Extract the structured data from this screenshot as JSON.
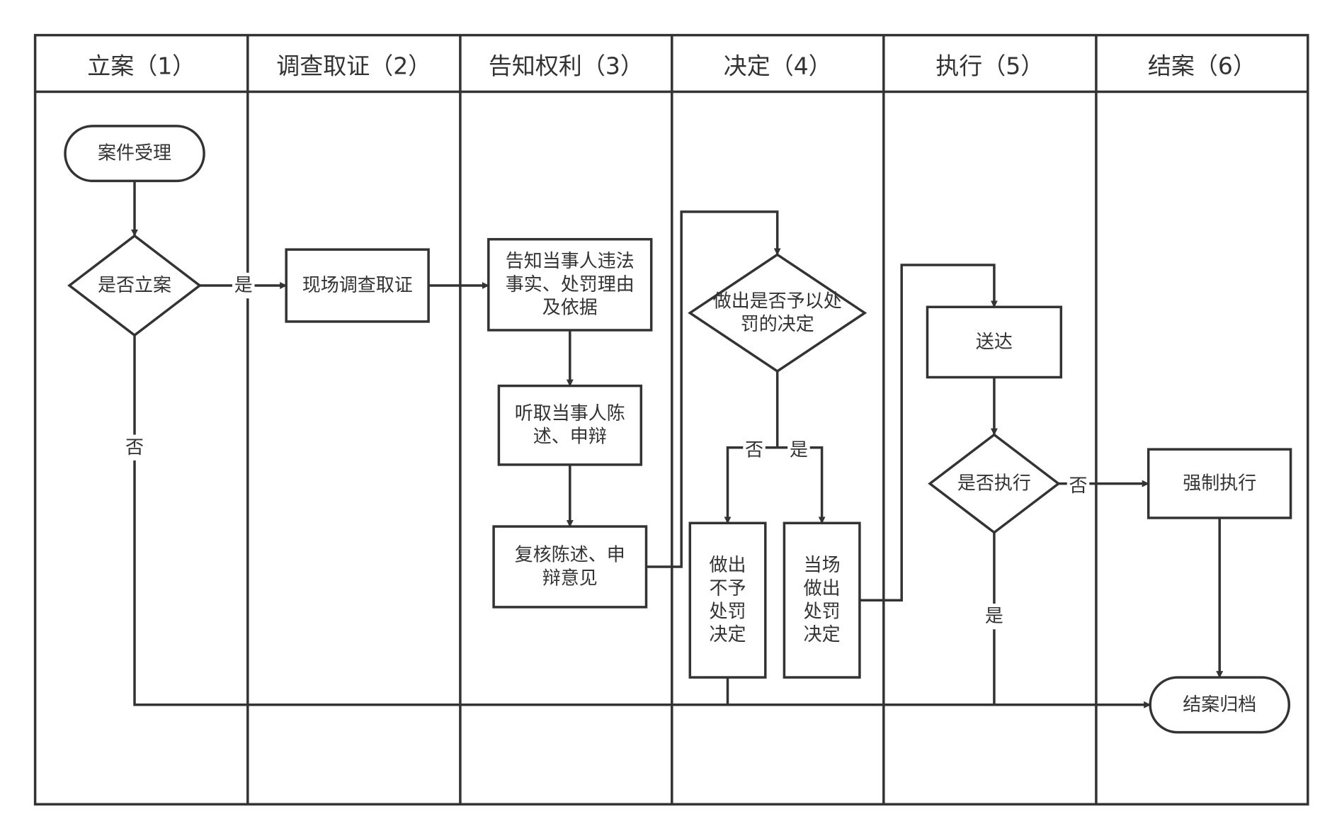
{
  "lanes": [
    {
      "title": "立案（1）"
    },
    {
      "title": "调查取证（2）"
    },
    {
      "title": "告知权利（3）"
    },
    {
      "title": "决定（4）"
    },
    {
      "title": "执行（5）"
    },
    {
      "title": "结案（6）"
    }
  ],
  "nodes": {
    "case_accept": {
      "type": "terminator",
      "lines": [
        "案件受理"
      ]
    },
    "file_case_decision": {
      "type": "decision",
      "lines": [
        "是否立案"
      ]
    },
    "onsite_investigation": {
      "type": "process",
      "lines": [
        "现场调查取证"
      ]
    },
    "inform_party": {
      "type": "process",
      "lines": [
        "告知当事人违法",
        "事实、处罚理由",
        "及依据"
      ]
    },
    "hear_statement": {
      "type": "process",
      "lines": [
        "听取当事人陈",
        "述、申辩"
      ]
    },
    "review_statement": {
      "type": "process",
      "lines": [
        "复核陈述、申",
        "辩意见"
      ]
    },
    "penalty_decision": {
      "type": "decision",
      "lines": [
        "做出是否予以处",
        "罚的决定"
      ]
    },
    "no_penalty": {
      "type": "process",
      "lines": [
        "做出",
        "不予",
        "处罚",
        "决定"
      ]
    },
    "onsite_penalty": {
      "type": "process",
      "lines": [
        "当场",
        "做出",
        "处罚",
        "决定"
      ]
    },
    "deliver": {
      "type": "process",
      "lines": [
        "送达"
      ]
    },
    "execute_decision": {
      "type": "decision",
      "lines": [
        "是否执行"
      ]
    },
    "forced_execution": {
      "type": "process",
      "lines": [
        "强制执行"
      ]
    },
    "archive": {
      "type": "terminator",
      "lines": [
        "结案归档"
      ]
    }
  },
  "edge_labels": {
    "file_yes": "是",
    "file_no": "否",
    "penalty_no": "否",
    "penalty_yes": "是",
    "execute_no": "否",
    "execute_yes": "是"
  }
}
